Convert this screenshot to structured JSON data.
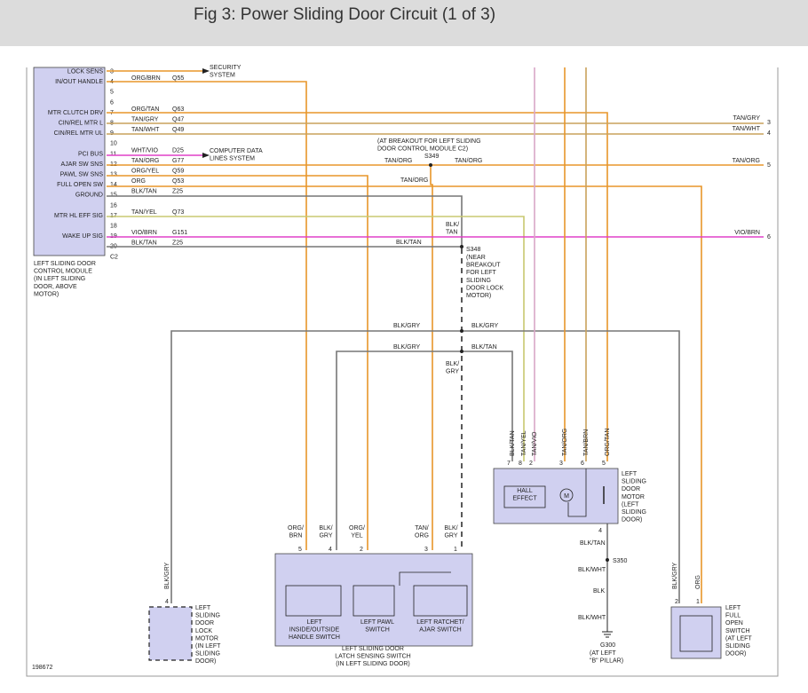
{
  "title": "Fig 3: Power Sliding Door Circuit (1 of 3)",
  "module": {
    "pins": [
      {
        "num": "3",
        "label": "LOCK SENS",
        "color": "",
        "circuit": ""
      },
      {
        "num": "4",
        "label": "IN/OUT HANDLE",
        "color": "ORG/BRN",
        "circuit": "Q55"
      },
      {
        "num": "5",
        "label": "",
        "color": "",
        "circuit": ""
      },
      {
        "num": "6",
        "label": "",
        "color": "",
        "circuit": ""
      },
      {
        "num": "7",
        "label": "MTR CLUTCH DRV",
        "color": "ORG/TAN",
        "circuit": "Q63"
      },
      {
        "num": "8",
        "label": "CIN/REL MTR L",
        "color": "TAN/GRY",
        "circuit": "Q47"
      },
      {
        "num": "9",
        "label": "CIN/REL MTR UL",
        "color": "TAN/WHT",
        "circuit": "Q49"
      },
      {
        "num": "10",
        "label": "",
        "color": "",
        "circuit": ""
      },
      {
        "num": "11",
        "label": "PCI BUS",
        "color": "WHT/VIO",
        "circuit": "D25"
      },
      {
        "num": "12",
        "label": "AJAR SW SNS",
        "color": "TAN/ORG",
        "circuit": "G77"
      },
      {
        "num": "13",
        "label": "PAWL SW SNS",
        "color": "ORG/YEL",
        "circuit": "Q59"
      },
      {
        "num": "14",
        "label": "FULL OPEN SW",
        "color": "ORG",
        "circuit": "Q53"
      },
      {
        "num": "15",
        "label": "GROUND",
        "color": "BLK/TAN",
        "circuit": "Z25"
      },
      {
        "num": "16",
        "label": "",
        "color": "",
        "circuit": ""
      },
      {
        "num": "17",
        "label": "MTR HL EFF SIG",
        "color": "TAN/YEL",
        "circuit": "Q73"
      },
      {
        "num": "18",
        "label": "",
        "color": "",
        "circuit": ""
      },
      {
        "num": "19",
        "label": "WAKE UP SIG",
        "color": "VIO/BRN",
        "circuit": "G151"
      },
      {
        "num": "20",
        "label": "",
        "color": "BLK/TAN",
        "circuit": "Z25"
      },
      {
        "num": "C2",
        "label": "",
        "color": "",
        "circuit": ""
      }
    ],
    "description": [
      "LEFT SLIDING DOOR",
      "CONTROL MODULE",
      "(IN LEFT SLIDING",
      "DOOR, ABOVE",
      "MOTOR)"
    ]
  },
  "refs": {
    "security": [
      "SECURITY",
      "SYSTEM"
    ],
    "computer": [
      "COMPUTER DATA",
      "LINES SYSTEM"
    ]
  },
  "breakout_note": [
    "(AT BREAKOUT FOR LEFT SLIDING",
    "DOOR CONTROL MODULE C2)"
  ],
  "splices": {
    "s349": "S349",
    "s348": "S348",
    "s348_note": [
      "(NEAR",
      "BREAKOUT",
      "FOR LEFT",
      "SLIDING",
      "DOOR LOCK",
      "MOTOR)"
    ],
    "s350": "S350"
  },
  "right_labels": [
    {
      "color": "TAN/GRY",
      "num": "3"
    },
    {
      "color": "TAN/WHT",
      "num": "4"
    },
    {
      "color": "TAN/ORG",
      "num": "5"
    },
    {
      "color": "VIO/BRN",
      "num": "6"
    }
  ],
  "wire_labels": {
    "tan_org_a": "TAN/ORG",
    "tan_org_b": "TAN/ORG",
    "tan_org_c": "TAN/ORG",
    "blk_tan_v": [
      "BLK/",
      "TAN"
    ],
    "blk_tan_h": "BLK/TAN",
    "blk_gry_l": "BLK/GRY",
    "blk_gry_r": "BLK/GRY",
    "blk_gry_l2": "BLK/GRY",
    "blk_tan_r2": "BLK/TAN",
    "blk_gry_v": [
      "BLK/",
      "GRY"
    ],
    "blk_gry_lock": "BLK/GRY",
    "blk_tan_motor": "BLK/TAN",
    "blk_wht_1": "BLK/WHT",
    "blk": "BLK",
    "blk_wht_2": "BLK/WHT",
    "blk_gry_full": "BLK/GRY",
    "org_full": "ORG"
  },
  "motor": {
    "pins": [
      {
        "num": "7",
        "color": "BLK/TAN"
      },
      {
        "num": "8",
        "color": "TAN/YEL"
      },
      {
        "num": "2",
        "color": "TAN/VIO"
      },
      {
        "num": "3",
        "color": "TAN/ORG"
      },
      {
        "num": "6",
        "color": "TAN/BRN"
      },
      {
        "num": "5",
        "color": "ORG/TAN"
      }
    ],
    "hall": [
      "HALL",
      "EFFECT"
    ],
    "m": "M",
    "pin4": "4",
    "description": [
      "LEFT",
      "SLIDING",
      "DOOR",
      "MOTOR",
      "(LEFT",
      "SLIDING",
      "DOOR)"
    ]
  },
  "latch": {
    "pins": [
      {
        "num": "5",
        "color": [
          "ORG/",
          "BRN"
        ]
      },
      {
        "num": "4",
        "color": [
          "BLK/",
          "GRY"
        ]
      },
      {
        "num": "2",
        "color": [
          "ORG/",
          "YEL"
        ]
      },
      {
        "num": "3",
        "color": [
          "TAN/",
          "ORG"
        ]
      },
      {
        "num": "1",
        "color": [
          "BLK/",
          "GRY"
        ]
      }
    ],
    "sw1": [
      "LEFT",
      "INSIDE/OUTSIDE",
      "HANDLE SWITCH"
    ],
    "sw2": [
      "LEFT PAWL",
      "SWITCH"
    ],
    "sw3": [
      "LEFT RATCHET/",
      "AJAR SWITCH"
    ],
    "description": [
      "LEFT SLIDING DOOR",
      "LATCH SENSING SWITCH",
      "(IN LEFT SLIDING DOOR)"
    ]
  },
  "lock_motor": {
    "pin": "4",
    "description": [
      "LEFT",
      "SLIDING",
      "DOOR",
      "LOCK",
      "MOTOR",
      "(IN LEFT",
      "SLIDING",
      "DOOR)"
    ]
  },
  "full_open": {
    "pins": [
      "2",
      "1"
    ],
    "description": [
      "LEFT",
      "FULL",
      "OPEN",
      "SWITCH",
      "(AT LEFT",
      "SLIDING",
      "DOOR)"
    ]
  },
  "ground": {
    "name": "G300",
    "location": [
      "(AT LEFT",
      "\"B\" PILLAR)"
    ]
  },
  "figure_id": "198672",
  "colors": {
    "orange": "#e8962a",
    "tan_gray": "#c9a25c",
    "gray_dark": "#777777",
    "violet": "#d9a7c7",
    "magenta": "#e040c8",
    "yellow_tan": "#c8c870",
    "component_fill": "#d0d0f0",
    "frame": "#999999"
  }
}
